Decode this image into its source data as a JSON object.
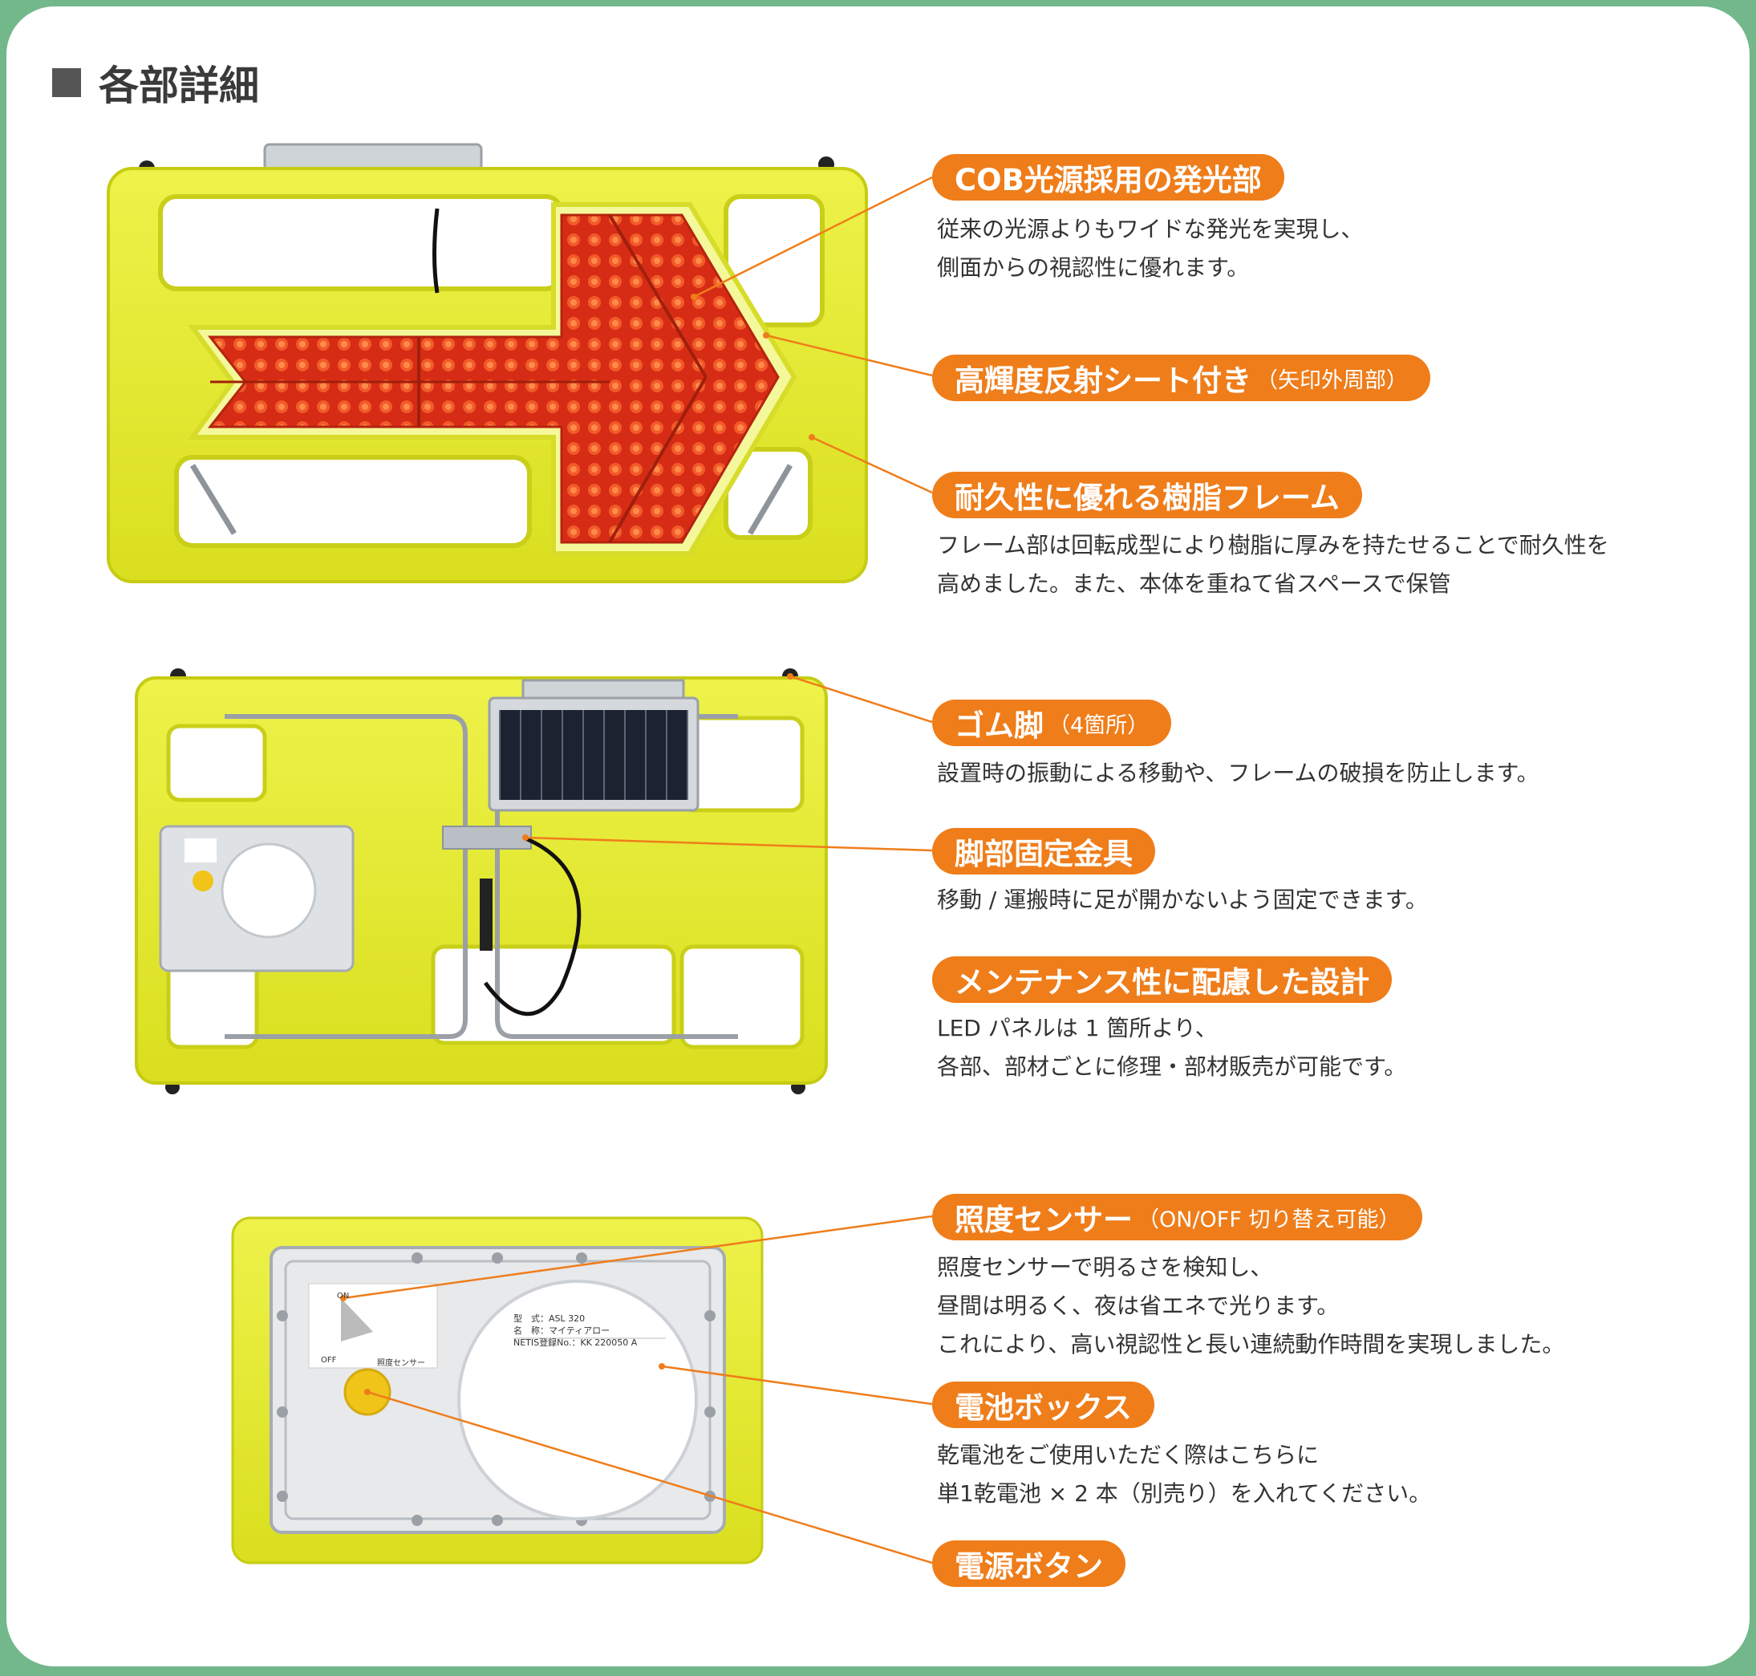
{
  "heading": "各部詳細",
  "features": [
    {
      "label": "COB光源採用の発光部",
      "sub": "",
      "lines": [
        "従来の光源よりもワイドな発光を実現し、",
        "側面からの視認性に優れます。"
      ]
    },
    {
      "label": "高輝度反射シート付き",
      "sub": "（矢印外周部）",
      "lines": []
    },
    {
      "label": "耐久性に優れる樹脂フレーム",
      "sub": "",
      "lines": [
        "フレーム部は回転成型により樹脂に厚みを持たせることで耐久性を",
        "高めました。また、本体を重ねて省スペースで保管"
      ]
    },
    {
      "label": "ゴム脚",
      "sub": "（4箇所）",
      "lines": [
        "設置時の振動による移動や、フレームの破損を防止します。"
      ]
    },
    {
      "label": "脚部固定金具",
      "sub": "",
      "lines": [
        "移動 / 運搬時に足が開かないよう固定できます。"
      ]
    },
    {
      "label": "メンテナンス性に配慮した設計",
      "sub": "",
      "lines": [
        "LED パネルは 1 箇所より、",
        "各部、部材ごとに修理・部材販売が可能です。"
      ]
    },
    {
      "label": "照度センサー",
      "sub": "（ON/OFF 切り替え可能）",
      "lines": [
        "照度センサーで明るさを検知し、",
        "昼間は明るく、夜は省エネで光ります。",
        "これにより、高い視認性と長い連続動作時間を実現しました。"
      ]
    },
    {
      "label": "電池ボックス",
      "sub": "",
      "lines": [
        "乾電池をご使用いただく際はこちらに",
        " 単1乾電池 × 2 本（別売り）を入れてください。"
      ]
    },
    {
      "label": "電源ボタン",
      "sub": "",
      "lines": []
    }
  ],
  "label_plate": {
    "model": "型　式：ASL 320",
    "name": "名　称：マイティアロー",
    "netis": "NETIS登録No.：KK 220050 A",
    "sensor_on": "ON",
    "sensor_off": "OFF",
    "sensor_caption": "照度センサー"
  },
  "colors": {
    "accent": "#ef7d1a",
    "frame": "#72b88a",
    "body_yellow": "#e8ec2a",
    "led_red": "#e0321a"
  }
}
